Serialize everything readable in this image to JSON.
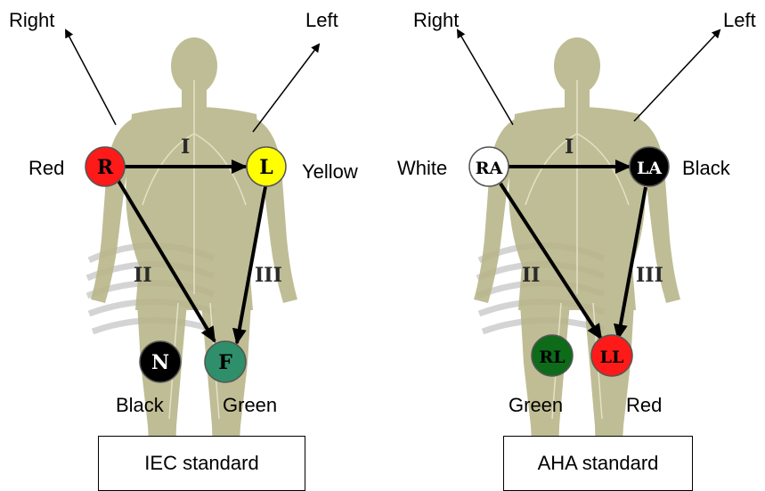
{
  "iec": {
    "right_label": "Right",
    "left_label": "Left",
    "electrodes": {
      "r": {
        "letter": "R",
        "color_name": "Red",
        "fill": "#ff1a1a",
        "text": "#000000"
      },
      "l": {
        "letter": "L",
        "color_name": "Yellow",
        "fill": "#ffff00",
        "text": "#000000"
      },
      "n": {
        "letter": "N",
        "color_name": "Black",
        "fill": "#000000",
        "text": "#ffffff"
      },
      "f": {
        "letter": "F",
        "color_name": "Green",
        "fill": "#2f8f6a",
        "text": "#000000"
      }
    },
    "leads": {
      "i": "I",
      "ii": "II",
      "iii": "III"
    },
    "standard": "IEC standard"
  },
  "aha": {
    "right_label": "Right",
    "left_label": "Left",
    "electrodes": {
      "ra": {
        "letter": "RA",
        "color_name": "White",
        "fill": "#ffffff",
        "text": "#000000"
      },
      "la": {
        "letter": "LA",
        "color_name": "Black",
        "fill": "#000000",
        "text": "#ffffff"
      },
      "rl": {
        "letter": "RL",
        "color_name": "Green",
        "fill": "#0d6b1a",
        "text": "#000000"
      },
      "ll": {
        "letter": "LL",
        "color_name": "Red",
        "fill": "#ff1a1a",
        "text": "#000000"
      }
    },
    "leads": {
      "i": "I",
      "ii": "II",
      "iii": "III"
    },
    "standard": "AHA standard"
  }
}
